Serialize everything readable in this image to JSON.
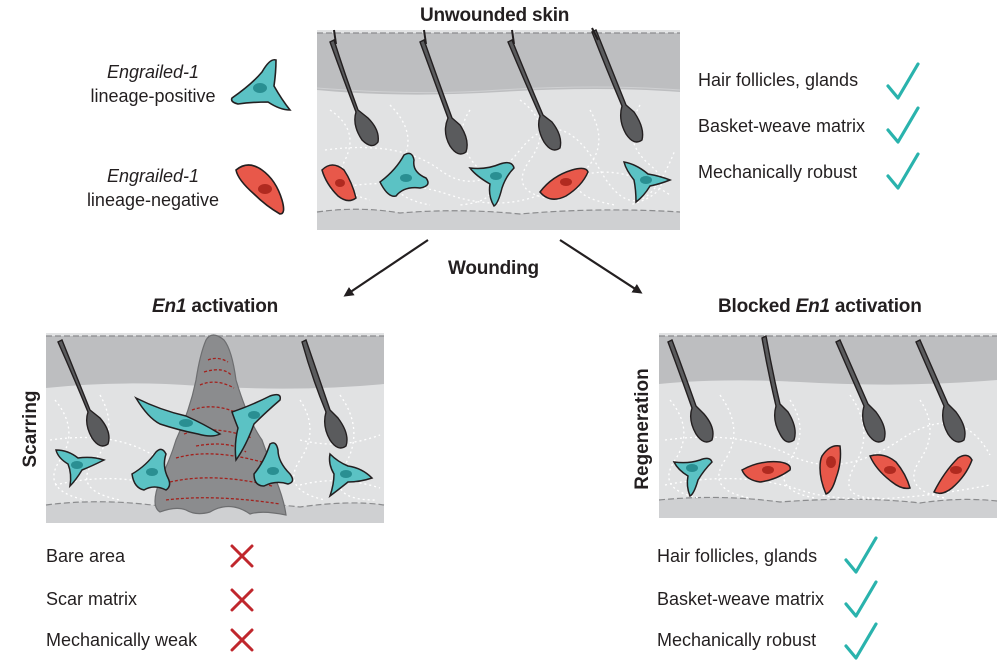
{
  "titles": {
    "top": "Unwounded skin",
    "wounding": "Wounding",
    "left_gene": "En1",
    "left_rest": " activation",
    "right_pre": "Blocked ",
    "right_gene": "En1",
    "right_rest": " activation"
  },
  "legend": {
    "positive_gene": "Engrailed-1",
    "positive_text": "lineage-positive",
    "negative_gene": "Engrailed-1",
    "negative_text": "lineage-negative"
  },
  "side_labels": {
    "left": "Scarring",
    "right": "Regeneration"
  },
  "properties": {
    "top": [
      "Hair follicles, glands",
      "Basket-weave matrix",
      "Mechanically robust"
    ],
    "scarring": [
      "Bare area",
      "Scar matrix",
      "Mechanically weak"
    ],
    "regeneration": [
      "Hair follicles, glands",
      "Basket-weave matrix",
      "Mechanically robust"
    ]
  },
  "colors": {
    "positive_cell": "#5bc2c4",
    "negative_cell": "#e8584a",
    "check": "#2ab3ad",
    "cross": "#c0272d",
    "epidermis": "#bdbec0",
    "dermis": "#e1e2e3",
    "scar": "#8b8c8e",
    "scar_fiber": "#a3211d"
  },
  "icons": {
    "check": "check-icon",
    "cross": "cross-icon",
    "arrow": "arrow-icon"
  }
}
